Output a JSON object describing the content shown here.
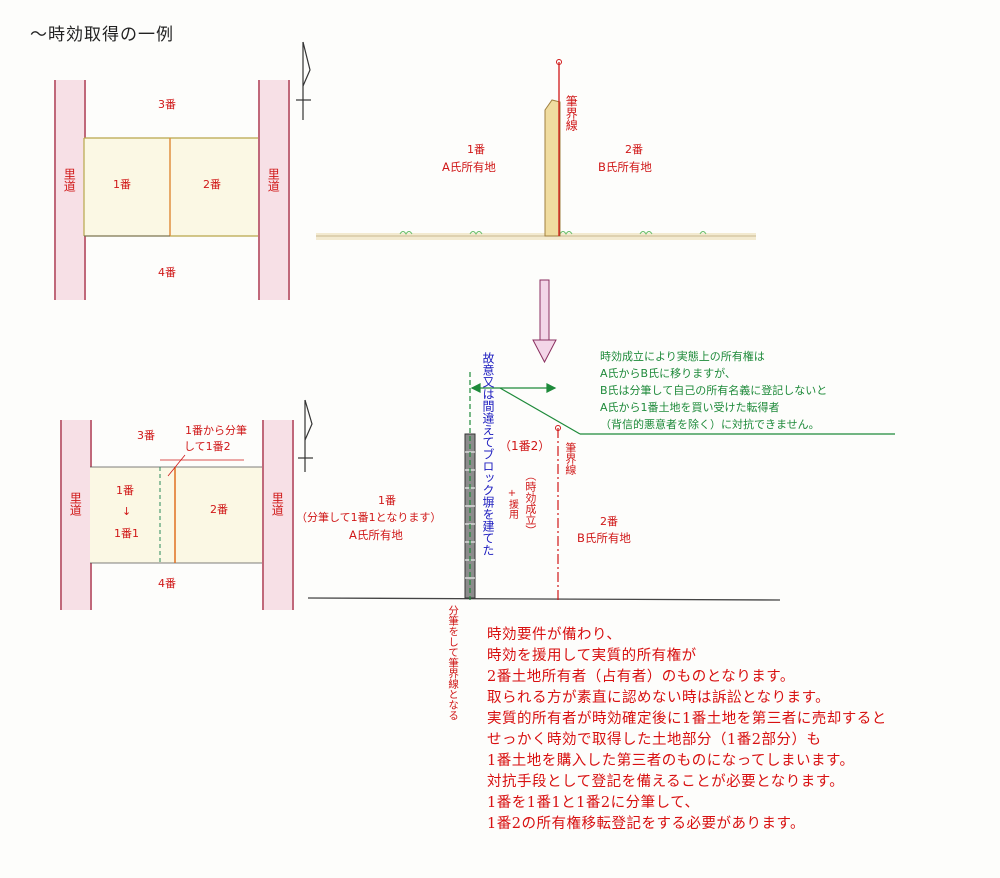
{
  "title": "〜時効取得の一例",
  "top_plan": {
    "road_label": "里道",
    "north_parcel": "3番",
    "south_parcel": "4番",
    "parcel1": "1番",
    "parcel2": "2番"
  },
  "top_section": {
    "boundary_label": "筆界線",
    "left_parcel": "1番",
    "left_owner": "A氏所有地",
    "right_parcel": "2番",
    "right_owner": "B氏所有地"
  },
  "bottom_plan": {
    "road_label": "里道",
    "north_parcel": "3番",
    "south_parcel": "4番",
    "split_note_1": "1番から分筆",
    "split_note_2": "して1番2",
    "parcel1_top": "1番",
    "parcel1_arrow": "↓",
    "parcel1_bottom": "1番1",
    "parcel2": "2番"
  },
  "bottom_section": {
    "left_parcel": "1番",
    "left_sub": "（分筆して1番1となります）",
    "left_owner": "A氏所有地",
    "wall_note": "故意又は間違えてブロック塀を建てた",
    "area_label": "（1番2）",
    "prescription_label": "（時効成立）",
    "invoke_label": "+援用",
    "boundary_label": "筆界線",
    "right_parcel": "2番",
    "right_owner": "B氏所有地",
    "new_boundary_note": "分筆をして筆界線となる"
  },
  "callout": [
    "時効成立により実態上の所有権は",
    "A氏からB氏に移りますが、",
    "B氏は分筆して自己の所有名義に登記しないと",
    "A氏から1番土地を買い受けた転得者",
    "（背信的悪意者を除く）に対抗できません。"
  ],
  "explanation": [
    "時効要件が備わり、",
    "時効を援用して実質的所有権が",
    "2番土地所有者（占有者）のものとなります。",
    "取られる方が素直に認めない時は訴訟となります。",
    "実質的所有者が時効確定後に1番土地を第三者に売却すると",
    "せっかく時効で取得した土地部分（1番2部分）も",
    "1番土地を購入した第三者のものになってしまいます。",
    "対抗手段として登記を備えることが必要となります。",
    "1番を1番1と1番2に分筆して、",
    "1番2の所有権移転登記をする必要があります。"
  ],
  "colors": {
    "red": "#d01818",
    "blue": "#2020c0",
    "green": "#1e8a3a",
    "road": "#f7e0e6"
  }
}
